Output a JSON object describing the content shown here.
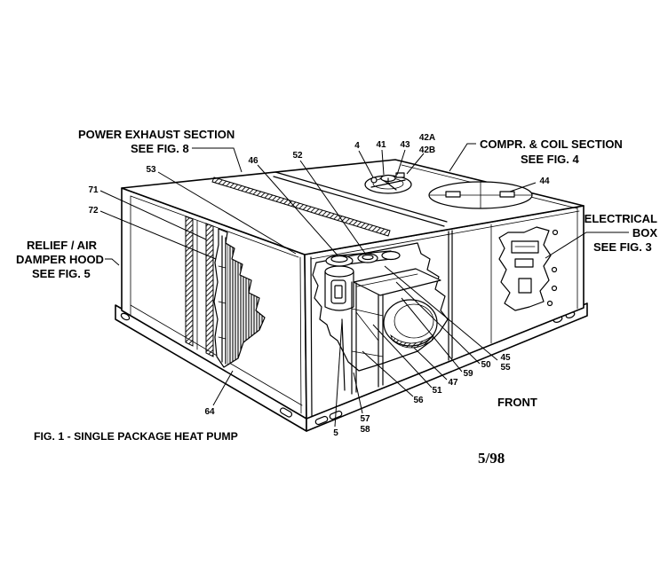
{
  "figure": {
    "caption": "FIG. 1 - SINGLE PACKAGE HEAT PUMP",
    "date_code": "5/98",
    "front_label": "FRONT"
  },
  "callouts": {
    "power_exhaust": {
      "line1": "POWER EXHAUST SECTION",
      "line2": "SEE FIG. 8"
    },
    "compr_coil": {
      "line1": "COMPR. & COIL SECTION",
      "line2": "SEE FIG. 4"
    },
    "electrical_box": {
      "line1": "ELECTRICAL",
      "line2": "BOX",
      "line3": "SEE FIG. 3"
    },
    "relief_damper": {
      "line1": "RELIEF / AIR",
      "line2": "DAMPER HOOD",
      "line3": "SEE FIG. 5"
    }
  },
  "part_numbers": [
    "4",
    "41",
    "43",
    "42A",
    "42B",
    "44",
    "52",
    "46",
    "53",
    "71",
    "72",
    "45",
    "55",
    "50",
    "59",
    "47",
    "51",
    "56",
    "57",
    "58",
    "5",
    "64"
  ],
  "colors": {
    "ink": "#000000",
    "background": "#ffffff"
  }
}
